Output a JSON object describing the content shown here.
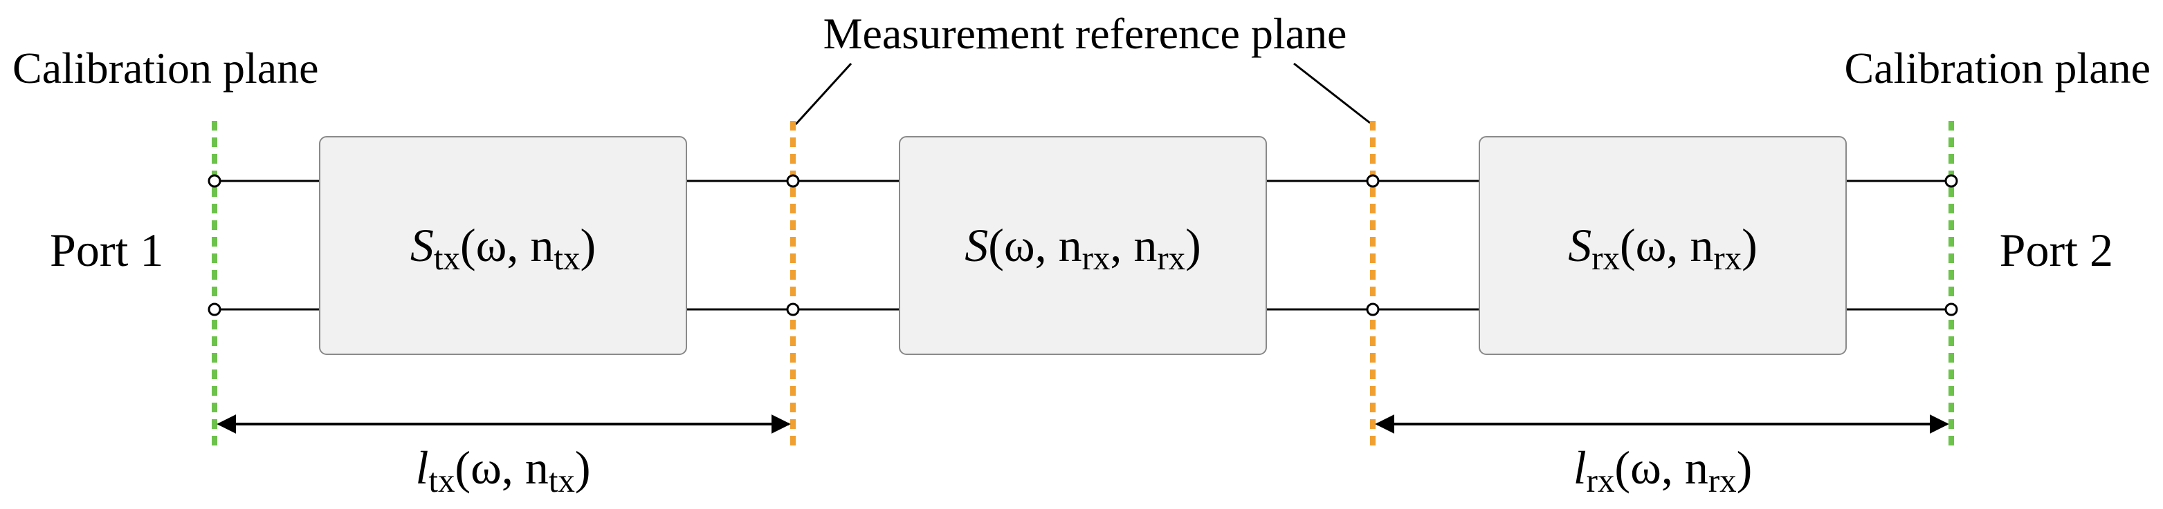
{
  "labels": {
    "calib_left": "Calibration plane",
    "calib_right": "Calibration plane",
    "measurement": "Measurement reference plane",
    "port1": "Port 1",
    "port2": "Port 2"
  },
  "blocks": {
    "tx": {
      "symbol": "S",
      "sub": "tx",
      "args": "(ω, n",
      "arg_sub": "tx",
      "close": ")"
    },
    "dut": {
      "symbol": "S",
      "args": "(ω, n",
      "arg_sub1": "rx",
      "mid": ", n",
      "arg_sub2": "rx",
      "close": ")"
    },
    "rx": {
      "symbol": "S",
      "sub": "rx",
      "args": "(ω, n",
      "arg_sub": "rx",
      "close": ")"
    }
  },
  "lengths": {
    "tx": {
      "symbol": "l",
      "sub": "tx",
      "args": "(ω, n",
      "arg_sub": "tx",
      "close": ")"
    },
    "rx": {
      "symbol": "l",
      "sub": "rx",
      "args": "(ω, n",
      "arg_sub": "rx",
      "close": ")"
    }
  },
  "colors": {
    "calibration_plane": "#6cc24a",
    "reference_plane": "#f0a030",
    "block_fill": "#f1f1f1",
    "block_stroke": "#8a8a8a",
    "line": "#000000"
  }
}
